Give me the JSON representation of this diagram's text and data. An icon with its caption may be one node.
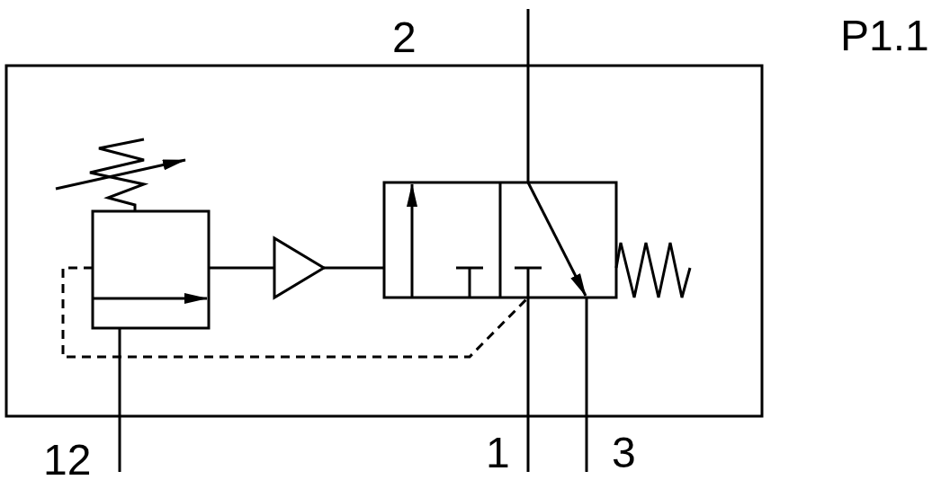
{
  "diagram": {
    "labels": [
      "2",
      "P1.1",
      "12",
      "1",
      "3"
    ]
  }
}
